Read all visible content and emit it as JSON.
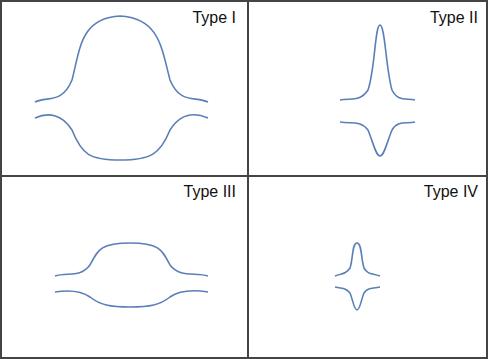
{
  "diagram": {
    "labels": [
      "Type I",
      "Type II",
      "Type III",
      "Type IV"
    ]
  }
}
